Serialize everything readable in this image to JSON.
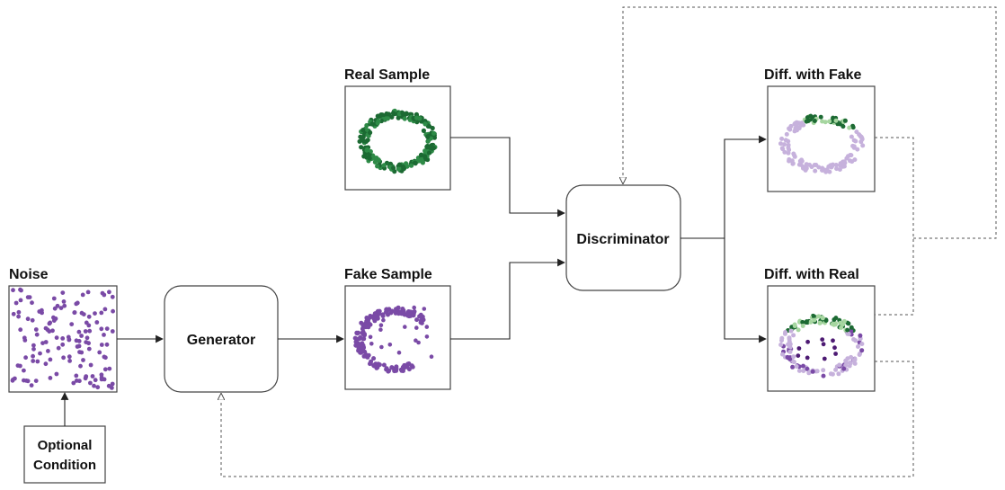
{
  "labels": {
    "noise": "Noise",
    "optional_line1": "Optional",
    "optional_line2": "Condition",
    "generator": "Generator",
    "fake_sample": "Fake Sample",
    "real_sample": "Real Sample",
    "discriminator": "Discriminator",
    "diff_fake": "Diff. with Fake",
    "diff_real": "Diff. with Real"
  },
  "colors": {
    "purple": "#7a4aa6",
    "purple_light": "#c6b1dc",
    "purple_dark": "#4d1a73",
    "green": "#2e8b47",
    "green_light": "#a6d6a0",
    "green_dark": "#1c6a33",
    "line": "#222222",
    "dashed": "#555555"
  },
  "icons": {
    "noise": "purple-scatter-noise",
    "real": "green-ring-scatter",
    "fake": "purple-ring-scatter",
    "diff_fake": "purple-green-ring",
    "diff_real": "purple-green-ring"
  }
}
